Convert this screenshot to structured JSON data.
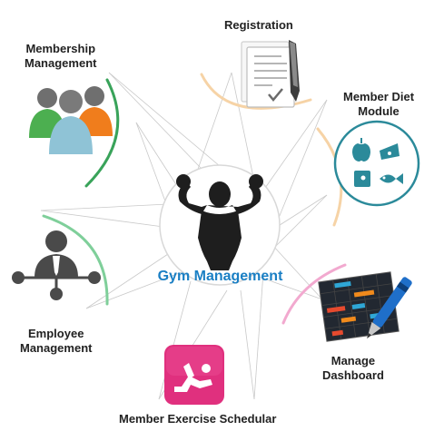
{
  "center": {
    "title": "Gym Management",
    "icon": "bodybuilder-icon"
  },
  "modules": [
    {
      "id": "registration",
      "label": "Registration",
      "icon": "clipboard-pen-icon",
      "arc_color": "#f6d3a6"
    },
    {
      "id": "diet",
      "label_line1": "Member Diet",
      "label_line2": "Module",
      "icon": "food-groups-icon",
      "icon_color": "#2b8a9a",
      "arc_color": "#f6d3a6"
    },
    {
      "id": "dashboard",
      "label_line1": "Manage",
      "label_line2": "Dashboard",
      "icon": "dashboard-pen-icon",
      "arc_color": "#f2a9cf"
    },
    {
      "id": "exercise",
      "label": "Member Exercise Schedular",
      "icon": "exercise-app-icon",
      "icon_color": "#e0307e"
    },
    {
      "id": "employee",
      "label_line1": "Employee",
      "label_line2": "Management",
      "icon": "employee-network-icon",
      "icon_color": "#4a4a4a",
      "arc_color": "#7fcf9a"
    },
    {
      "id": "membership",
      "label_line1": "Membership",
      "label_line2": "Management",
      "icon": "people-group-icon",
      "arc_color": "#39a35a"
    }
  ]
}
